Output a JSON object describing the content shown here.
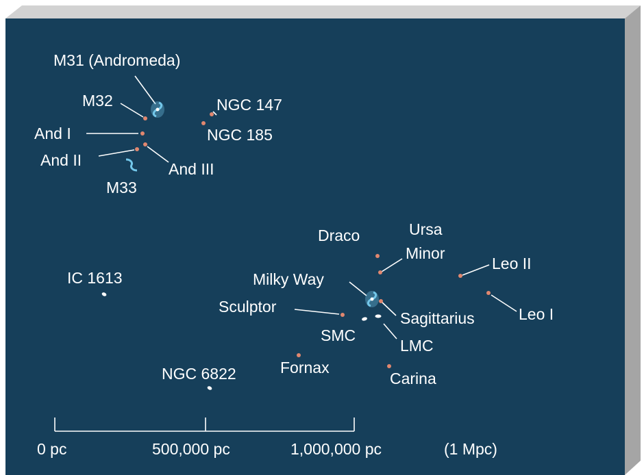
{
  "colors": {
    "background_panel": "#163f5a",
    "box_top": "#d2d2d2",
    "box_side": "#a5a5a5",
    "text": "#ffffff",
    "dwarf_galaxy_dot": "#e0876f",
    "spiral_galaxy": "#73c7ea",
    "irregular_galaxy": "#ffffff"
  },
  "galaxies": [
    {
      "id": "m31",
      "label": "M31 (Andromeda)",
      "kind": "spiral"
    },
    {
      "id": "m32",
      "label": "M32",
      "kind": "dwarf"
    },
    {
      "id": "and1",
      "label": "And I",
      "kind": "dwarf"
    },
    {
      "id": "and2",
      "label": "And II",
      "kind": "dwarf"
    },
    {
      "id": "and3",
      "label": "And III",
      "kind": "dwarf"
    },
    {
      "id": "m33",
      "label": "M33",
      "kind": "spiral"
    },
    {
      "id": "ngc147",
      "label": "NGC 147",
      "kind": "dwarf"
    },
    {
      "id": "ngc185",
      "label": "NGC 185",
      "kind": "dwarf"
    },
    {
      "id": "draco",
      "label": "Draco",
      "kind": "dwarf"
    },
    {
      "id": "ursa",
      "label": "Ursa Minor",
      "label_line1": "Ursa",
      "label_line2": "Minor",
      "kind": "dwarf"
    },
    {
      "id": "leo2",
      "label": "Leo II",
      "kind": "dwarf"
    },
    {
      "id": "leo1",
      "label": "Leo I",
      "kind": "dwarf"
    },
    {
      "id": "milkyway",
      "label": "Milky Way",
      "kind": "spiral"
    },
    {
      "id": "sagittarius",
      "label": "Sagittarius",
      "kind": "dwarf"
    },
    {
      "id": "sculptor",
      "label": "Sculptor",
      "kind": "dwarf"
    },
    {
      "id": "smc",
      "label": "SMC",
      "kind": "irregular"
    },
    {
      "id": "lmc",
      "label": "LMC",
      "kind": "irregular"
    },
    {
      "id": "fornax",
      "label": "Fornax",
      "kind": "dwarf"
    },
    {
      "id": "carina",
      "label": "Carina",
      "kind": "dwarf"
    },
    {
      "id": "ic1613",
      "label": "IC 1613",
      "kind": "irregular"
    },
    {
      "id": "ngc6822",
      "label": "NGC 6822",
      "kind": "irregular"
    }
  ],
  "scale_bar": {
    "ticks": [
      "0 pc",
      "500,000 pc",
      "1,000,000 pc"
    ],
    "note": "(1 Mpc)"
  }
}
